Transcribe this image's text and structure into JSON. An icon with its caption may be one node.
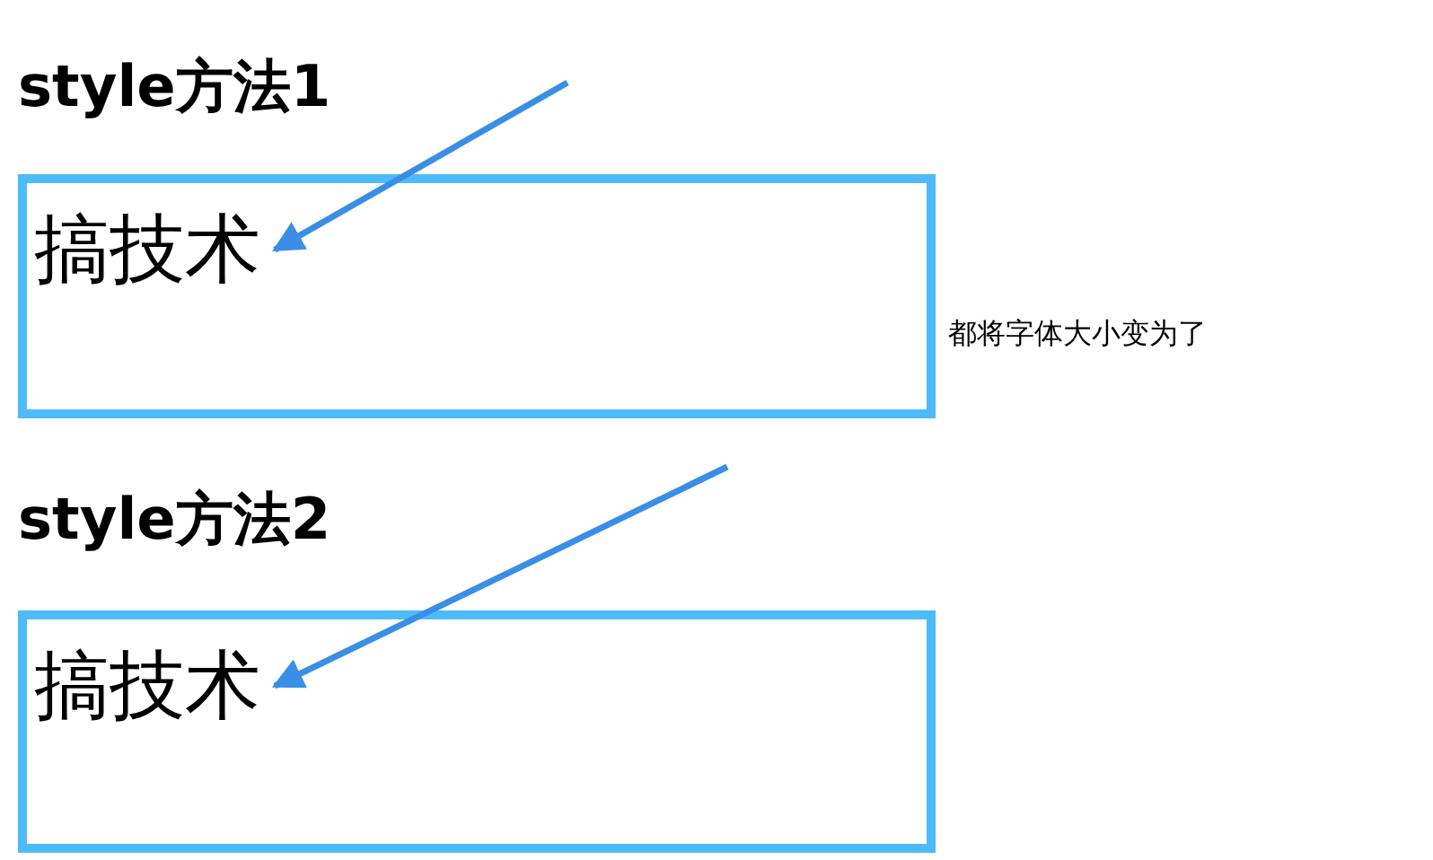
{
  "diagram": {
    "nodes": [
      {
        "text": [],
        "shape": "box"
      },
      {
        "text": [
          "搞技术"
        ],
        "in": 0
      },
      {
        "text": [],
        "shape": "box"
      },
      {
        "text": [
          "搞技术"
        ],
        "in": 2
      }
    ],
    "edges": [
      {
        "from": null,
        "to": 1,
        "arrow": "to"
      },
      {
        "from": null,
        "to": 3,
        "arrow": "to"
      }
    ],
    "labels": [
      "style方法1",
      "都将字体大小变为了",
      "style方法2"
    ]
  }
}
